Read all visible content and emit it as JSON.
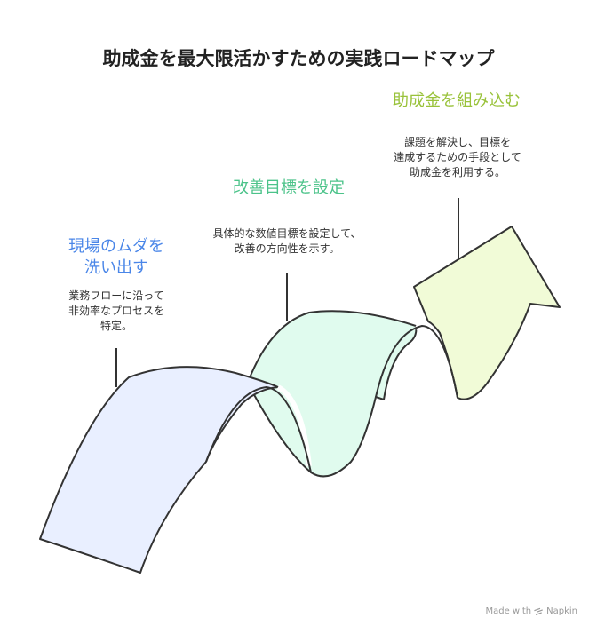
{
  "title": "助成金を最大限活かすための実践ロードマップ",
  "stages": [
    {
      "title_lines": [
        "現場のムダを",
        "洗い出す"
      ],
      "description_lines": [
        "業務フローに沿って",
        "非効率なプロセスを",
        "特定。"
      ],
      "color": "#4a86e8",
      "fill": "#e9efff"
    },
    {
      "title_lines": [
        "改善目標を設定"
      ],
      "description_lines": [
        "具体的な数値目標を設定して、",
        "改善の方向性を示す。"
      ],
      "color": "#4cc38a",
      "fill": "#e0fbee"
    },
    {
      "title_lines": [
        "助成金を組み込む"
      ],
      "description_lines": [
        "課題を解決し、目標を",
        "達成するための手段として",
        "助成金を利用する。"
      ],
      "color": "#99c23a",
      "fill": "#f1fbd7"
    }
  ],
  "footer": {
    "made_with": "Made with",
    "brand": "Napkin"
  }
}
